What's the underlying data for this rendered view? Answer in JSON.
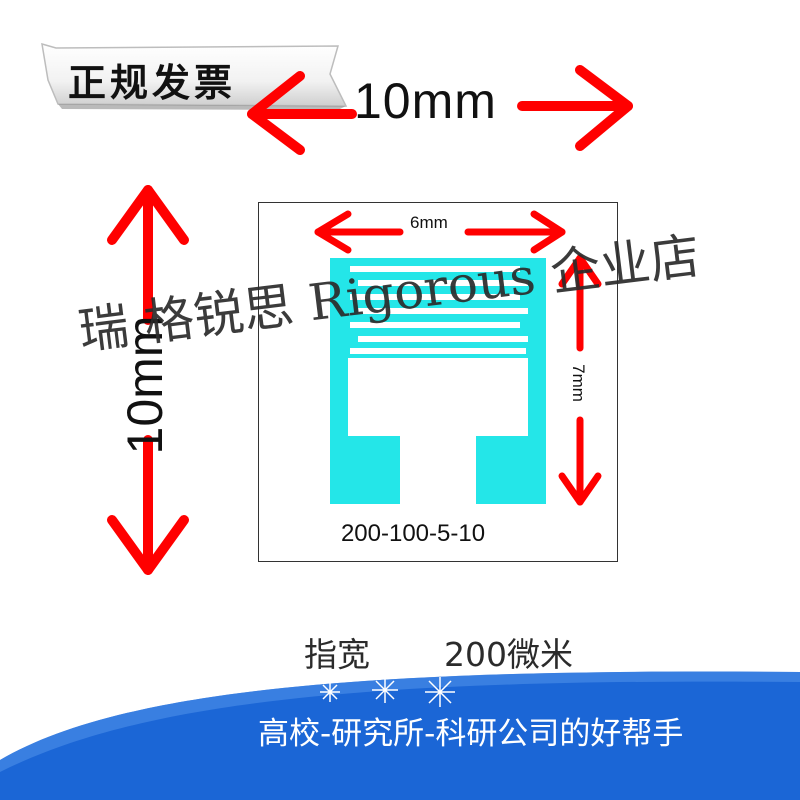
{
  "badge": {
    "text": "正规发票"
  },
  "dimensions": {
    "width_outer": "10mm",
    "height_outer": "10mm",
    "grid_width": "6mm",
    "grid_height": "7mm"
  },
  "gauge": {
    "model": "200-100-5-10",
    "grid_color": "#24e6e8"
  },
  "watermark": {
    "text": "瑞 格锐思 Rigorous 企业店"
  },
  "spec": {
    "label": "指宽",
    "value": "200微米"
  },
  "banner": {
    "slogan": "高校-研究所-科研公司的好帮手",
    "color": "#1b66d6"
  },
  "colors": {
    "arrow": "#ff0000"
  }
}
